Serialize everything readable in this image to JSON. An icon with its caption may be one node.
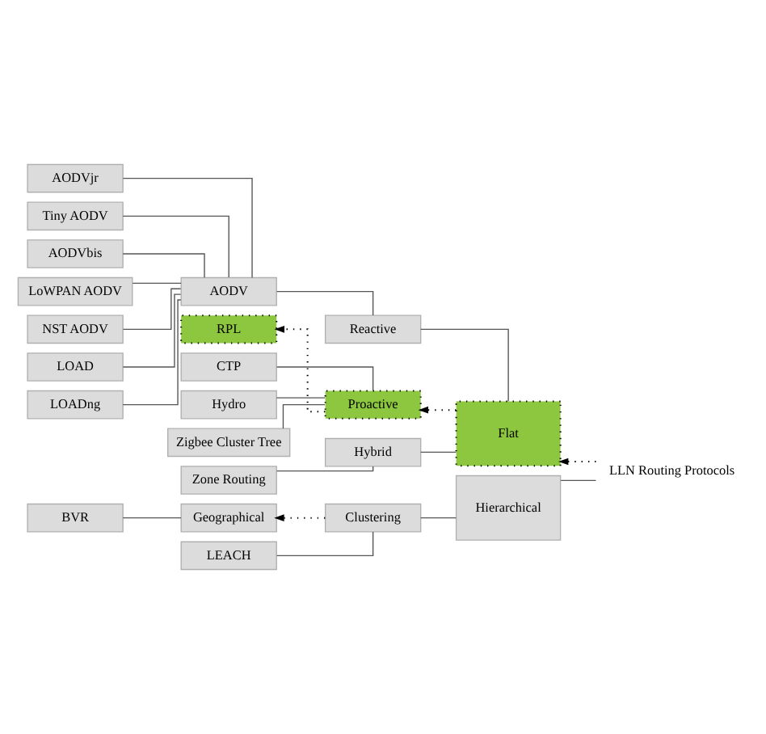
{
  "diagram": {
    "nodes": [
      {
        "text": [
          "LLN Routing Protocols"
        ]
      },
      {
        "text": [
          "Flat"
        ]
      },
      {
        "text": [
          "Hierarchical"
        ]
      },
      {
        "text": [
          "Reactive"
        ]
      },
      {
        "text": [
          "Proactive"
        ]
      },
      {
        "text": [
          "Hybrid"
        ]
      },
      {
        "text": [
          "AODV"
        ]
      },
      {
        "text": [
          "AODVjr"
        ]
      },
      {
        "text": [
          "Tiny AODV"
        ]
      },
      {
        "text": [
          "AODVbis"
        ]
      },
      {
        "text": [
          "LoWPAN AODV"
        ]
      },
      {
        "text": [
          "NST AODV"
        ]
      },
      {
        "text": [
          "LOAD"
        ]
      },
      {
        "text": [
          "LOADng"
        ]
      },
      {
        "text": [
          "RPL"
        ]
      },
      {
        "text": [
          "CTP"
        ]
      },
      {
        "text": [
          "Hydro"
        ]
      },
      {
        "text": [
          "Zigbee Cluster Tree"
        ]
      },
      {
        "text": [
          "Zone Routing"
        ]
      },
      {
        "text": [
          "Clustering"
        ]
      },
      {
        "text": [
          "Geographical"
        ]
      },
      {
        "text": [
          "LEACH"
        ]
      },
      {
        "text": [
          "BVR"
        ]
      }
    ],
    "edges": [
      {
        "from": 0,
        "to": 1,
        "arrow": "to",
        "style": "dashed",
        "color": "#000000"
      },
      {
        "from": 0,
        "to": 2,
        "arrow": "none"
      },
      {
        "from": 1,
        "to": 3,
        "arrow": "none"
      },
      {
        "from": 1,
        "to": 4,
        "arrow": "to",
        "style": "dashed",
        "color": "#000000"
      },
      {
        "from": 1,
        "to": 5,
        "arrow": "none"
      },
      {
        "from": 3,
        "to": 6,
        "arrow": "none"
      },
      {
        "from": 6,
        "to": 7,
        "arrow": "none"
      },
      {
        "from": 6,
        "to": 8,
        "arrow": "none"
      },
      {
        "from": 6,
        "to": 9,
        "arrow": "none"
      },
      {
        "from": 6,
        "to": 10,
        "arrow": "none"
      },
      {
        "from": 6,
        "to": 11,
        "arrow": "none"
      },
      {
        "from": 6,
        "to": 12,
        "arrow": "none"
      },
      {
        "from": 6,
        "to": 13,
        "arrow": "none"
      },
      {
        "from": 4,
        "to": 14,
        "arrow": "to",
        "style": "dashed",
        "color": "#000000"
      },
      {
        "from": 4,
        "to": 15,
        "arrow": "none"
      },
      {
        "from": 4,
        "to": 16,
        "arrow": "none"
      },
      {
        "from": 4,
        "to": 17,
        "arrow": "none"
      },
      {
        "from": 5,
        "to": 18,
        "arrow": "none"
      },
      {
        "from": 2,
        "to": 19,
        "arrow": "none"
      },
      {
        "from": 19,
        "to": 20,
        "arrow": "to",
        "style": "dashed",
        "color": "#000000"
      },
      {
        "from": 19,
        "to": 21,
        "arrow": "none"
      },
      {
        "from": 20,
        "to": 22,
        "arrow": "none"
      }
    ]
  }
}
